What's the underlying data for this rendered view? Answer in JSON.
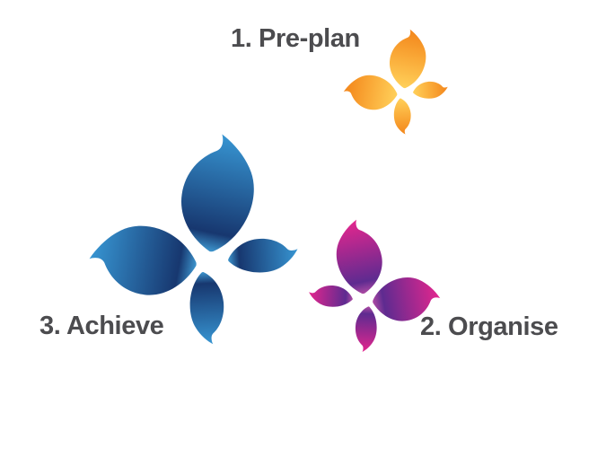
{
  "figure": {
    "background": "#ffffff",
    "text_color": "#4C4C4F",
    "steps": [
      {
        "label": "1. Pre-plan",
        "butterfly": "orange",
        "colors": {
          "base": "#FFD05A",
          "mid": "#FAAB39",
          "tip": "#F3861B"
        }
      },
      {
        "label": "2. Organise",
        "butterfly": "pink",
        "colors": {
          "base": "#AE4BA4",
          "mid": "#5E2B90",
          "tip": "#E3268E"
        }
      },
      {
        "label": "3. Achieve",
        "butterfly": "blue",
        "colors": {
          "base": "#3E96CE",
          "mid": "#17376F",
          "tip": "#3795D2"
        }
      }
    ],
    "decoration": {
      "arc_color": "#ffffff"
    }
  }
}
